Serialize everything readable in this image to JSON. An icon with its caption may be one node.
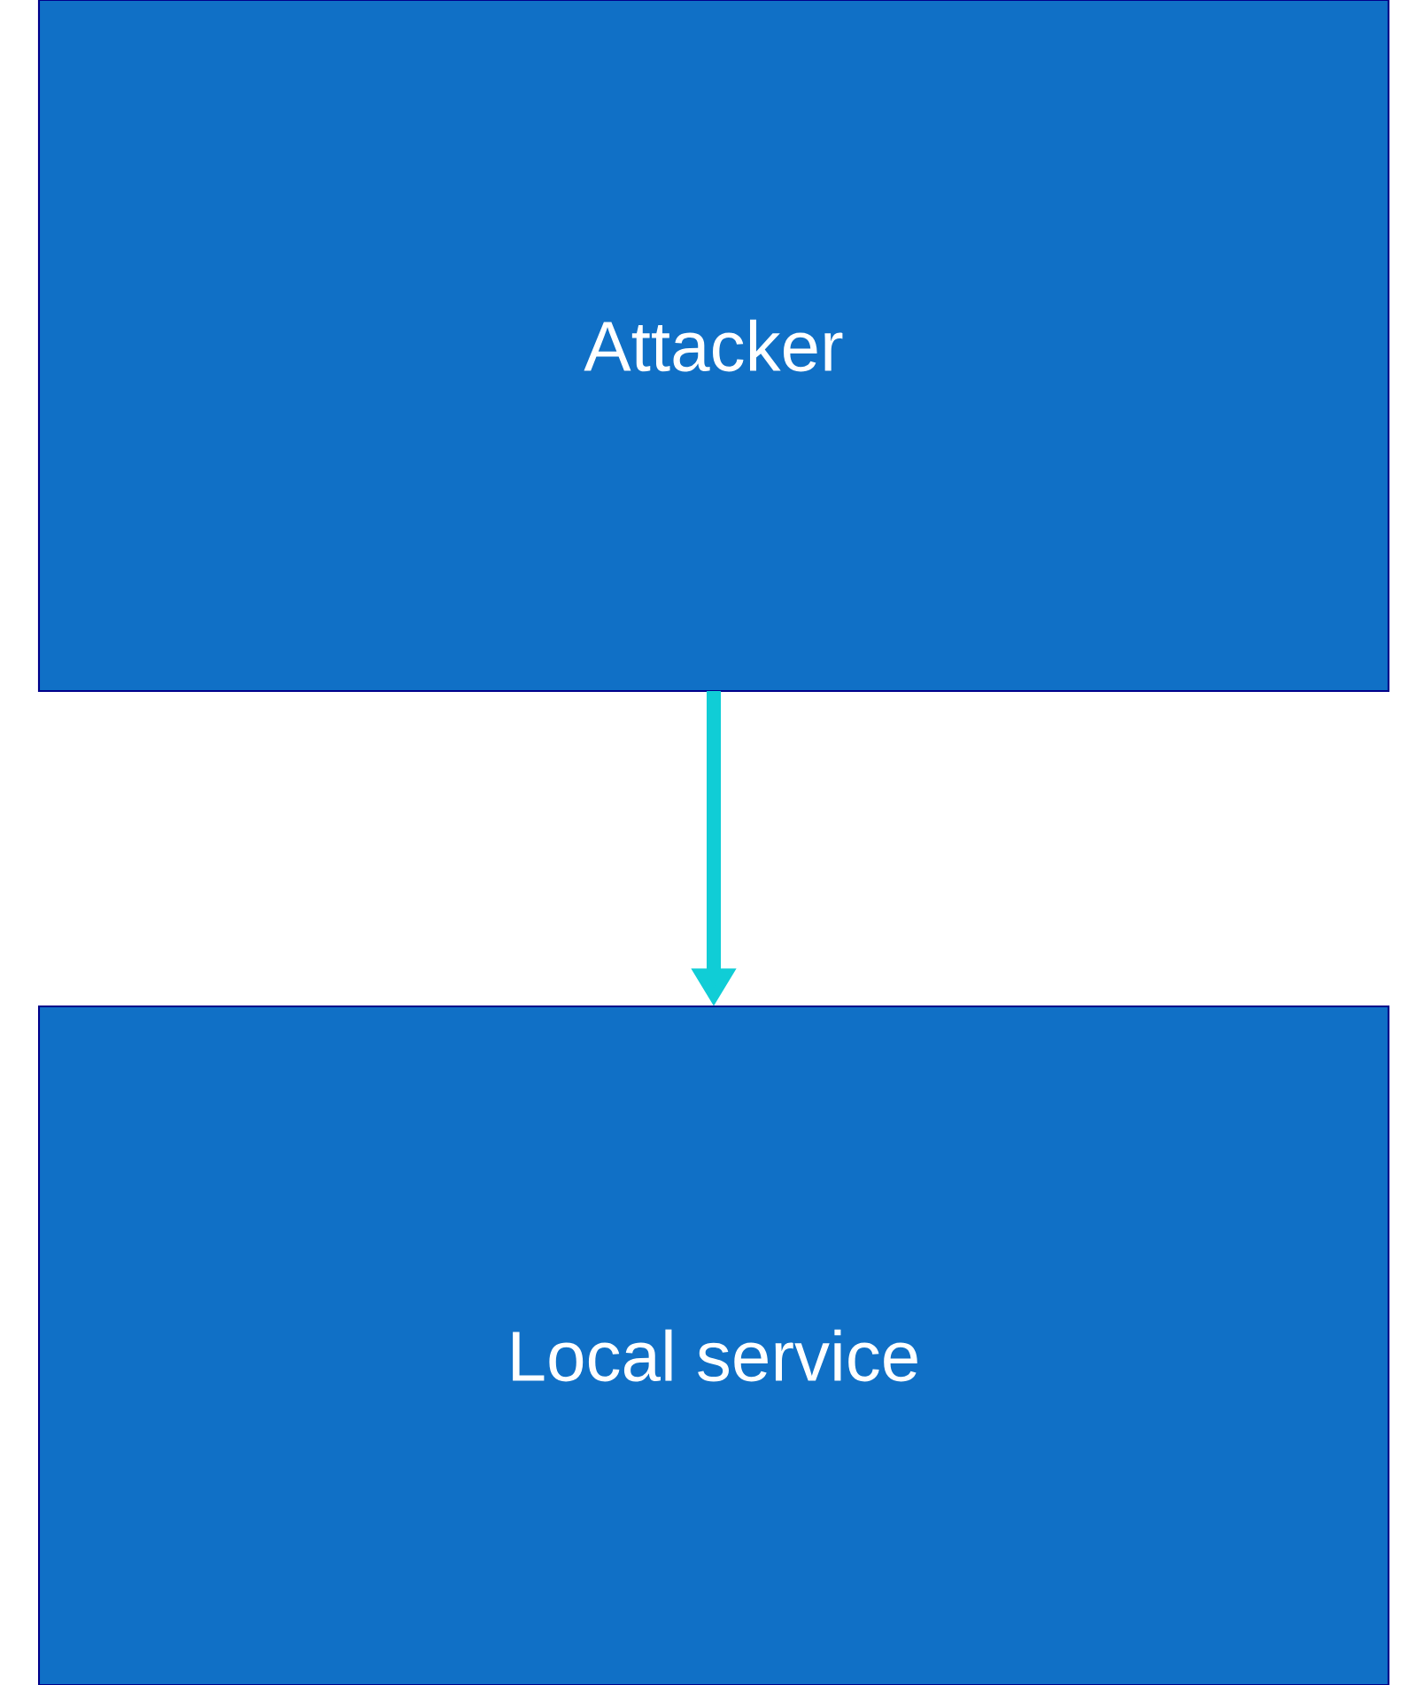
{
  "diagram": {
    "nodes": [
      {
        "text": [
          "Attacker"
        ]
      },
      {
        "text": [
          "Local service"
        ]
      }
    ],
    "edges": [
      {
        "from": 0,
        "to": 1,
        "arrow": "to",
        "color": "#10cdd6"
      }
    ]
  }
}
